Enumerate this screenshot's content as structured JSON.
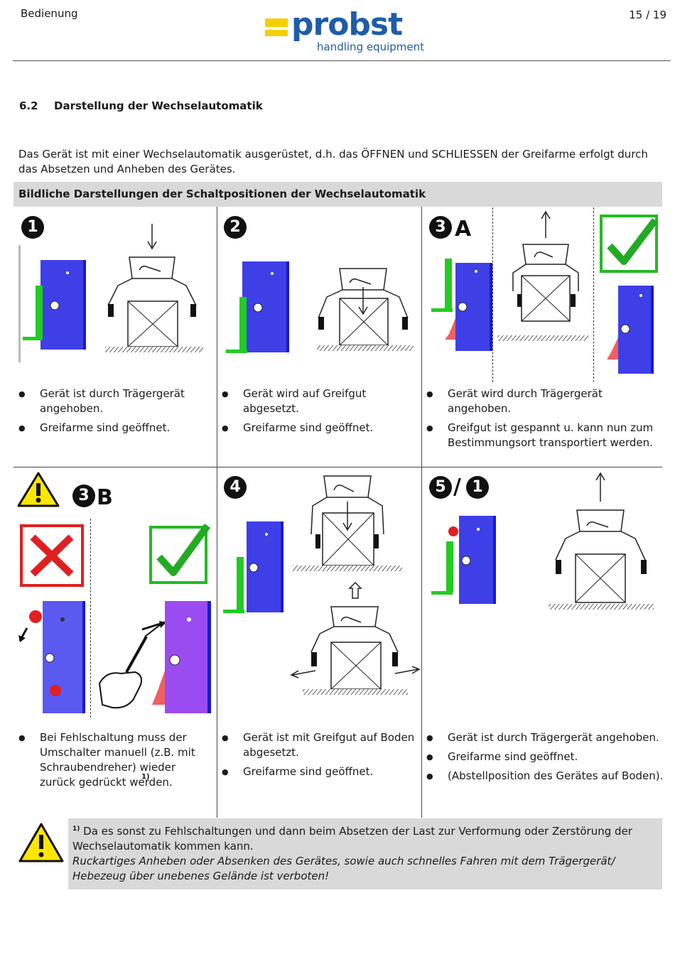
{
  "header": {
    "left": "Bedienung",
    "page": "15 / 19",
    "logo_word": "probst",
    "logo_sub": "handling equipment"
  },
  "section": {
    "number": "6.2",
    "title": "Darstellung der Wechselautomatik"
  },
  "intro": "Das Gerät ist mit einer Wechselautomatik ausgerüstet, d.h. das ÖFFNEN und SCHLIESSEN der Greifarme erfolgt durch das Absetzen und Anheben des Gerätes.",
  "table_title": "Bildliche Darstellungen der Schaltpositionen der Wechselautomatik",
  "cells": [
    {
      "badge": "1",
      "suffix": "",
      "bullets": [
        "Gerät ist durch Trägergerät angehoben.",
        "Greifarme sind geöffnet."
      ]
    },
    {
      "badge": "2",
      "suffix": "",
      "bullets": [
        "Gerät wird auf Greifgut abgesetzt.",
        "Greifarme sind geöffnet."
      ]
    },
    {
      "badge": "3",
      "suffix": "A",
      "bullets": [
        "Gerät wird durch Trägergerät angehoben.",
        "Greifgut ist gespannt u. kann nun zum Bestimmungsort transportiert werden."
      ]
    },
    {
      "badge": "3",
      "suffix": "B",
      "bullets": [
        "Bei Fehlschaltung muss der Umschalter manuell (z.B. mit Schraubendreher) wieder zurück gedrückt werden."
      ],
      "footnote_mark": "1)"
    },
    {
      "badge": "4",
      "suffix": "",
      "bullets": [
        "Gerät ist mit Greifgut auf Boden abgesetzt.",
        "Greifarme sind geöffnet."
      ]
    },
    {
      "badge": "5",
      "suffix": "/",
      "badge2": "1",
      "bullets": [
        "Gerät ist durch Trägergerät angehoben.",
        "Greifarme sind geöffnet.",
        "(Abstellposition des Gerätes auf Boden)."
      ]
    }
  ],
  "note": {
    "mark": "1)",
    "line1": "Da es sonst zu Fehlschaltungen und dann beim Absetzen der Last zur Verformung oder Zerstörung der Wechselautomatik kommen kann.",
    "line2": "Ruckartiges Anheben oder Absenken des Gerätes, sowie auch schnelles Fahren mit dem Trägergerät/ Hebezeug über unebenes Gelände ist verboten!"
  },
  "colors": {
    "brand_blue": "#1f5ca8",
    "brand_yellow": "#f5d000",
    "device_blue": "#3f3fe8",
    "lever_green": "#22cc22",
    "knob_red": "#e02020",
    "check_green": "#22bb22",
    "warn_yellow": "#ffe600",
    "bar_gray": "#d9d9d9"
  }
}
